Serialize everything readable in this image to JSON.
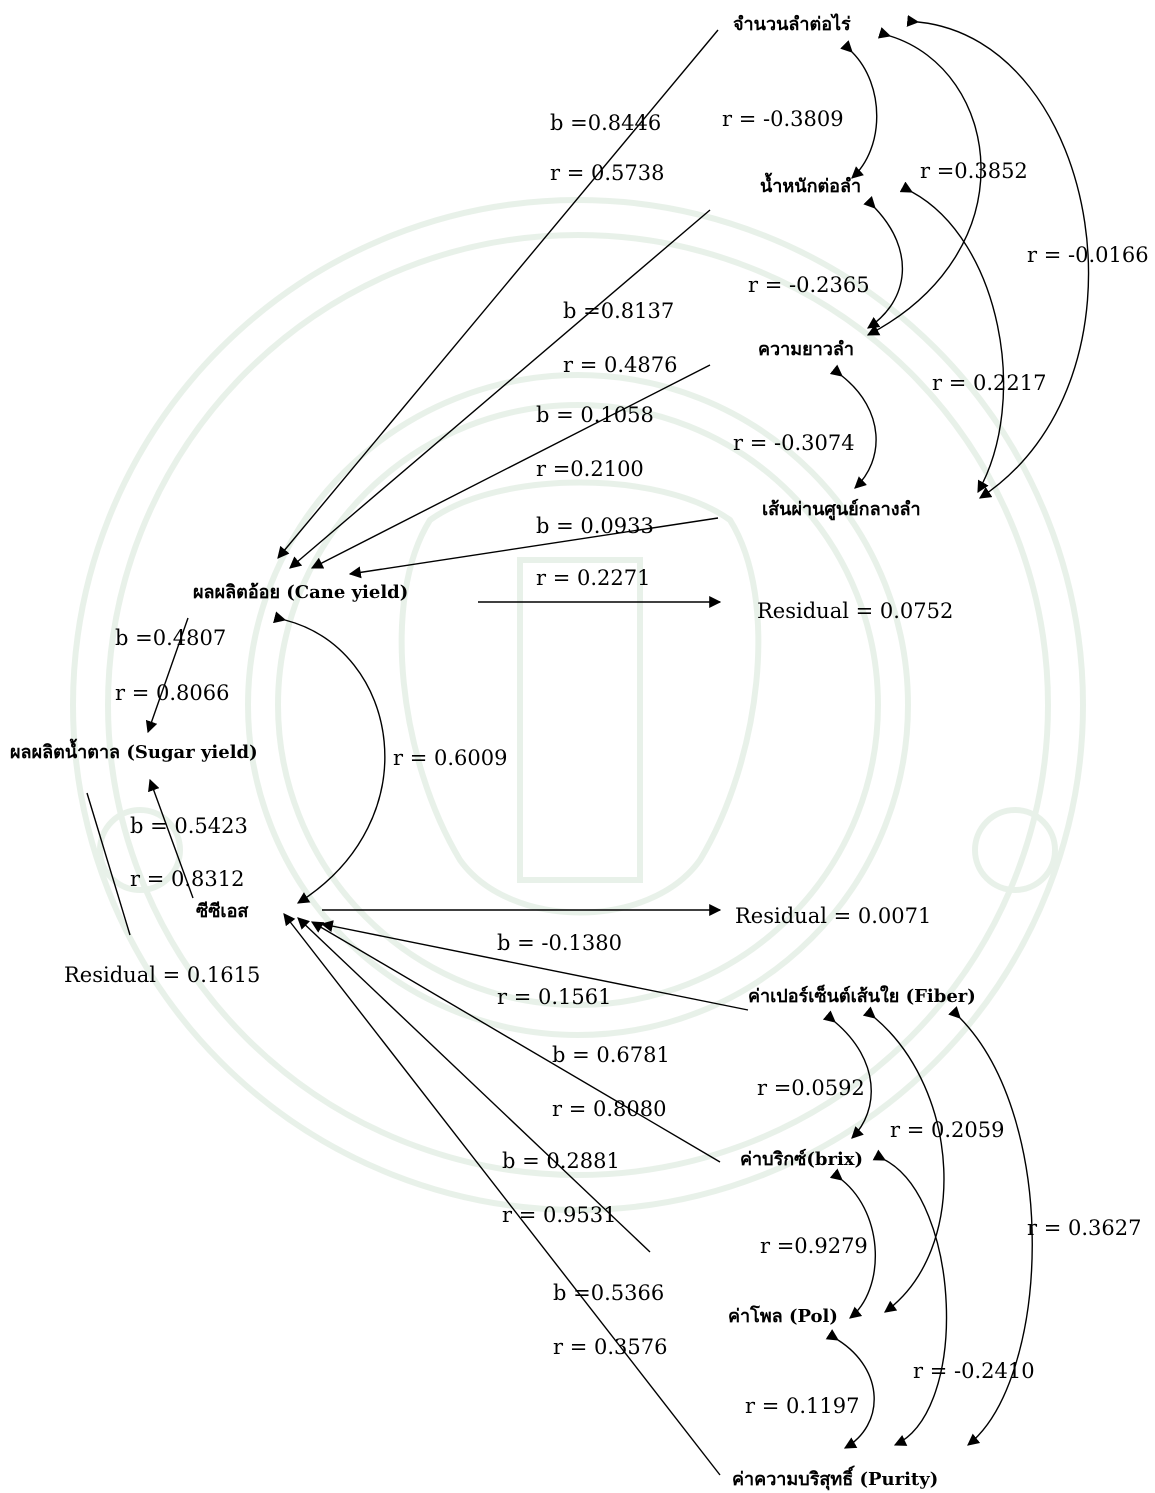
{
  "nodes": {
    "stalks_per_rai": "จำนวนลำต่อไร่",
    "weight_per_stalk": "น้ำหนักต่อลำ",
    "stalk_length": "ความยาวลำ",
    "stalk_diameter": "เส้นผ่านศูนย์กลางลำ",
    "cane_yield": "ผลผลิตอ้อย (Cane yield)",
    "sugar_yield": "ผลผลิตน้ำตาล (Sugar yield)",
    "ccs": "ซีซีเอส",
    "fiber": "ค่าเปอร์เซ็นต์เส้นใย (Fiber)",
    "brix": "ค่าบริกซ์(brix)",
    "pol": "ค่าโพล (Pol)",
    "purity": "ค่าความบริสุทธิ์ (Purity)"
  },
  "coefficients": {
    "stalks_b": "b =0.8446",
    "stalks_r": "r =  0.5738",
    "weight_b": "b =0.8137",
    "weight_r": "r = 0.4876",
    "length_b": "b = 0.1058",
    "length_r": "r =0.2100",
    "diameter_b": "b = 0.0933",
    "diameter_r": "r = 0.2271",
    "cane_b": "b =0.4807",
    "cane_r": "r = 0.8066",
    "ccs_b": "b = 0.5423",
    "ccs_r": "r = 0.8312",
    "fiber_b": "b = -0.1380",
    "fiber_r": "r = 0.1561",
    "brix_b": "b = 0.6781",
    "brix_r": "r = 0.8080",
    "pol_b": "b = 0.2881",
    "pol_r": "r = 0.9531",
    "purity_b": "b =0.5366",
    "purity_r": "r = 0.3576"
  },
  "correlations": {
    "stalks_weight": "r = -0.3809",
    "stalks_length": "r =0.3852",
    "stalks_diameter": "r = -0.0166",
    "weight_length": "r = -0.2365",
    "weight_diameter": "r = 0.2217",
    "length_diameter": "r = -0.3074",
    "cane_ccs": "r = 0.6009",
    "fiber_brix": "r =0.0592",
    "fiber_pol": "r = 0.2059",
    "fiber_purity": "r =  0.3627",
    "brix_pol": "r =0.9279",
    "brix_purity": "r = -0.2410",
    "pol_purity": "r = 0.1197"
  },
  "residuals": {
    "cane": "Residual = 0.0752",
    "ccs": "Residual = 0.0071",
    "sugar": "Residual = 0.1615"
  }
}
